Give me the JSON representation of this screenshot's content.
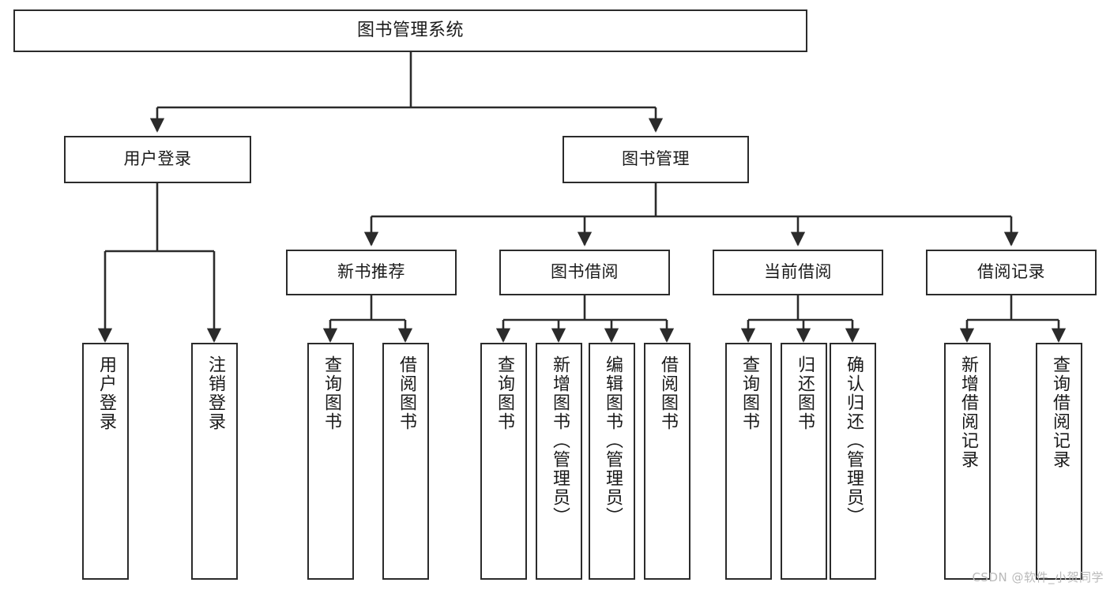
{
  "diagram": {
    "title": "图书管理系统",
    "watermark": "CSDN @软件_小贺同学",
    "line_color": "#2b2b2b",
    "box_fill": "#ffffff",
    "text_color": "#1a1a1a",
    "watermark_color": "#b9b9b9",
    "nodes": {
      "root": "图书管理系统",
      "level2": {
        "user_login": "用户登录",
        "book_manage": "图书管理"
      },
      "level3": {
        "new_book_recommend": "新书推荐",
        "book_borrow": "图书借阅",
        "current_borrow": "当前借阅",
        "borrow_record": "借阅记录"
      },
      "leaves": {
        "user_login_1": "用户登录",
        "user_login_2": "注销登录",
        "new_book_1": "查询图书",
        "new_book_2": "借阅图书",
        "book_borrow_1": "查询图书",
        "book_borrow_2": "新增图书（管理员）",
        "book_borrow_3": "编辑图书（管理员）",
        "book_borrow_4": "借阅图书",
        "current_borrow_1": "查询图书",
        "current_borrow_2": "归还图书",
        "current_borrow_3": "确认归还（管理员）",
        "borrow_record_1": "新增借阅记录",
        "borrow_record_2": "查询借阅记录"
      }
    }
  }
}
